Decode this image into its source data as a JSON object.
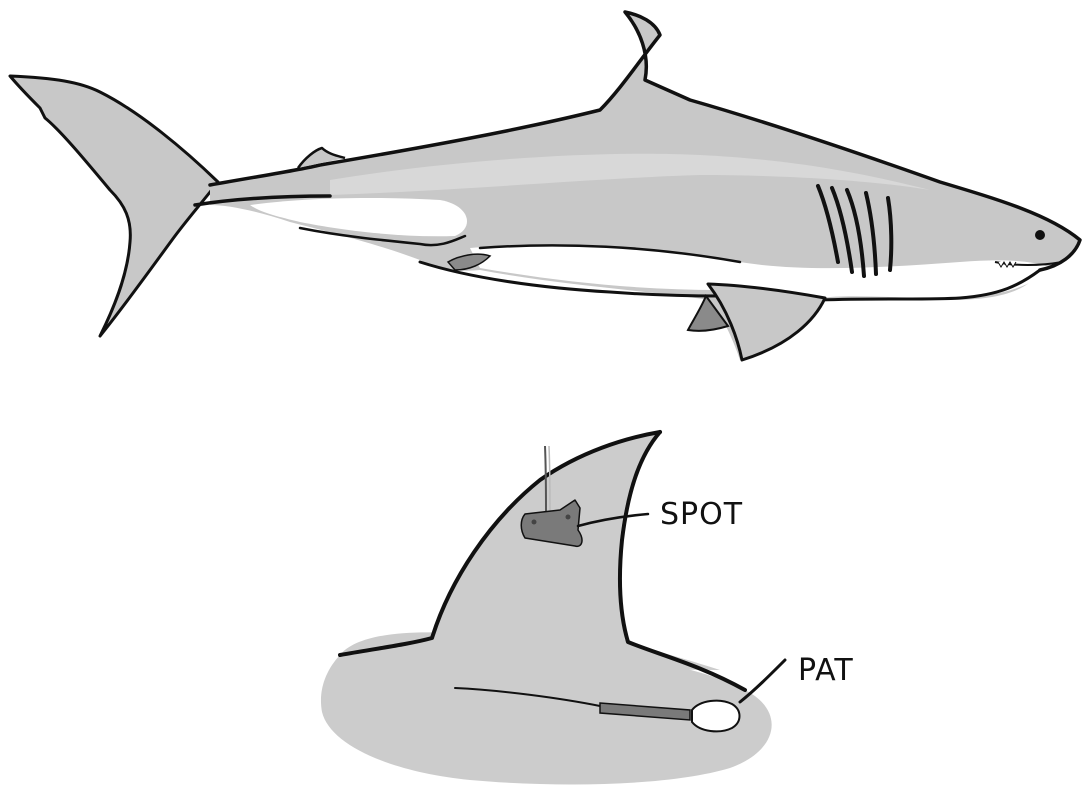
{
  "labels": {
    "spot": "SPOT",
    "pat": "PAT"
  },
  "colors": {
    "body": "#c8c8c8",
    "belly": "#ffffff",
    "outline": "#111111",
    "fin_shadow": "#8a8a8a",
    "tag": "#7a7a7a",
    "skin_patch": "#cccccc"
  },
  "figures": [
    "shark-side-view",
    "dorsal-fin-closeup"
  ]
}
